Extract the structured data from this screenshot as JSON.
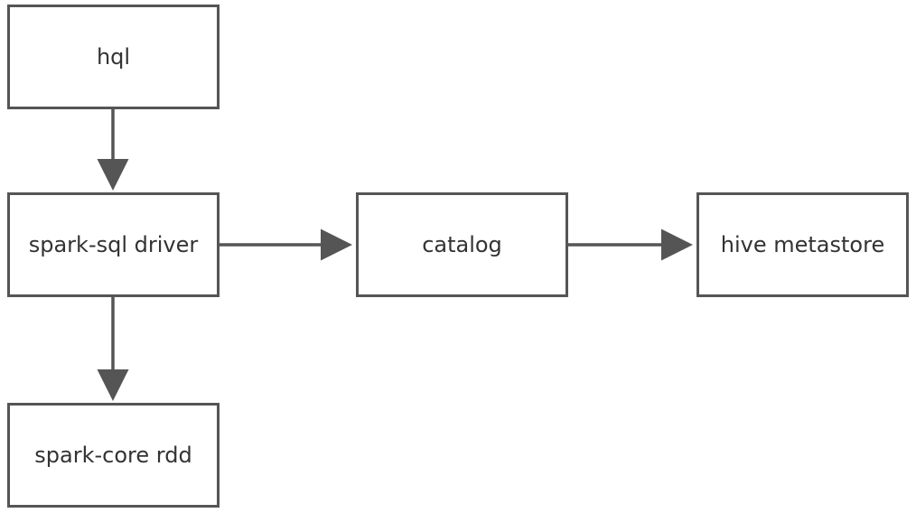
{
  "nodes": {
    "hql": "hql",
    "driver": "spark-sql driver",
    "catalog": "catalog",
    "metastore": "hive metastore",
    "rdd": "spark-core rdd"
  },
  "edges": [
    {
      "from": "hql",
      "to": "spark-sql driver"
    },
    {
      "from": "spark-sql driver",
      "to": "catalog"
    },
    {
      "from": "catalog",
      "to": "hive metastore"
    },
    {
      "from": "spark-sql driver",
      "to": "spark-core rdd"
    }
  ],
  "colors": {
    "stroke": "#555555",
    "text": "#333333",
    "background": "#ffffff"
  }
}
